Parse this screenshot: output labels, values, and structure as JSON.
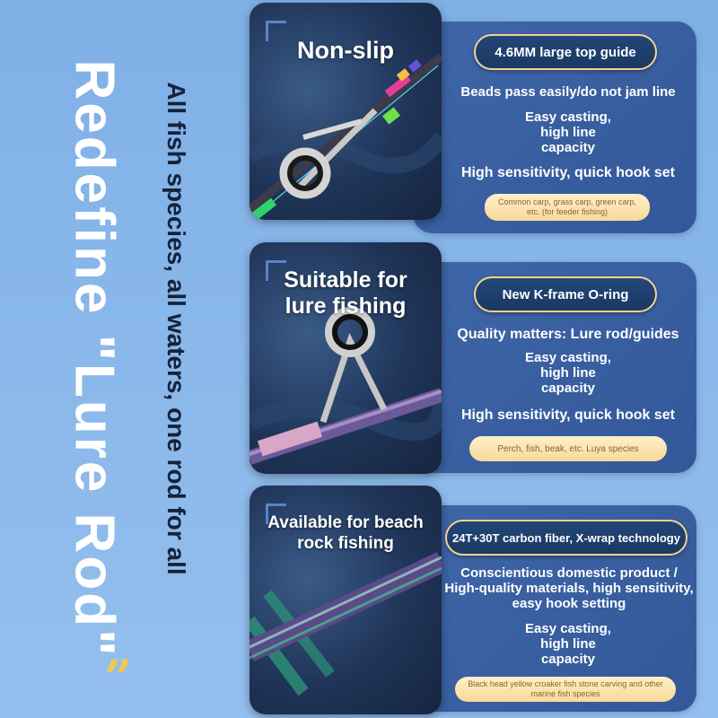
{
  "headline": "Redefine \"Lure Rod\"",
  "subheadline": "All fish species, all waters, one rod for all",
  "quote_mark": "”",
  "sections": [
    {
      "photo_label": "Non-slip",
      "pill": "4.6MM large top guide",
      "lines": [
        "Beads pass easily/do not jam line",
        "Easy casting,\nhigh line\ncapacity",
        "High sensitivity, quick hook set"
      ],
      "tag": "Common carp, grass carp, green carp, etc. (for feeder fishing)"
    },
    {
      "photo_label": "Suitable for\nlure fishing",
      "pill": "New K-frame O-ring",
      "lines": [
        "Quality matters: Lure rod/guides",
        "Easy casting,\nhigh line\ncapacity",
        "High sensitivity, quick hook set"
      ],
      "tag": "Perch, fish, beak, etc. Luya species"
    },
    {
      "photo_label": "Available for beach\nrock fishing",
      "pill": "24T+30T carbon fiber, X-wrap technology",
      "lines": [
        "Conscientious domestic product / High-quality materials, high sensitivity, easy hook setting",
        "Easy casting,\nhigh line\ncapacity"
      ],
      "tag": "Black head yellow croaker fish stone carving and other marine fish species"
    }
  ]
}
